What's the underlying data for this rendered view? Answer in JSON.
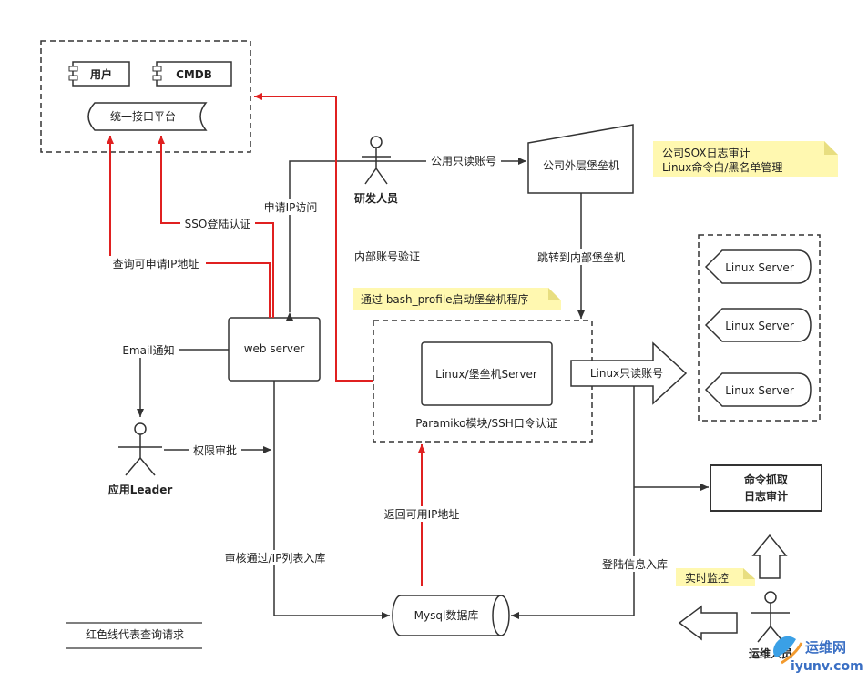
{
  "nodes": {
    "user": "用户",
    "cmdb": "CMDB",
    "platform": "统一接口平台",
    "developer": "研发人员",
    "outer_bastion": "公司外层堡垒机",
    "note_sox_line1": "公司SOX日志审计",
    "note_sox_line2": "Linux命令白/黑名单管理",
    "linux_servers": [
      "Linux Server",
      "Linux Server",
      "Linux Server"
    ],
    "note_bash": "通过 bash_profile启动堡垒机程序",
    "web_server": "web server",
    "inner_bastion": "Linux/堡垒机Server",
    "paramiko": "Paramiko模块/SSH口令认证",
    "linux_readonly": "Linux只读账号",
    "log_audit_line1": "命令抓取",
    "log_audit_line2": "日志审计",
    "leader": "应用Leader",
    "mysql": "Mysql数据库",
    "ops": "运维人员",
    "note_monitor": "实时监控",
    "legend": "红色线代表查询请求"
  },
  "edges": {
    "public_readonly": "公用只读账号",
    "apply_ip": "申请IP访问",
    "sso_login": "SSO登陆认证",
    "query_ip": "查询可申请IP地址",
    "internal_verify": "内部账号验证",
    "jump_inner": "跳转到内部堡垒机",
    "email_notify": "Email通知",
    "permission_approve": "权限审批",
    "approve_store": "审核通过/IP列表入库",
    "return_ip": "返回可用IP地址",
    "login_store": "登陆信息入库"
  },
  "watermark": {
    "cn": "运维网",
    "url": "iyunv.com"
  },
  "colors": {
    "line": "#333333",
    "query_line": "#e02020",
    "note_fill": "#fff8b0"
  }
}
